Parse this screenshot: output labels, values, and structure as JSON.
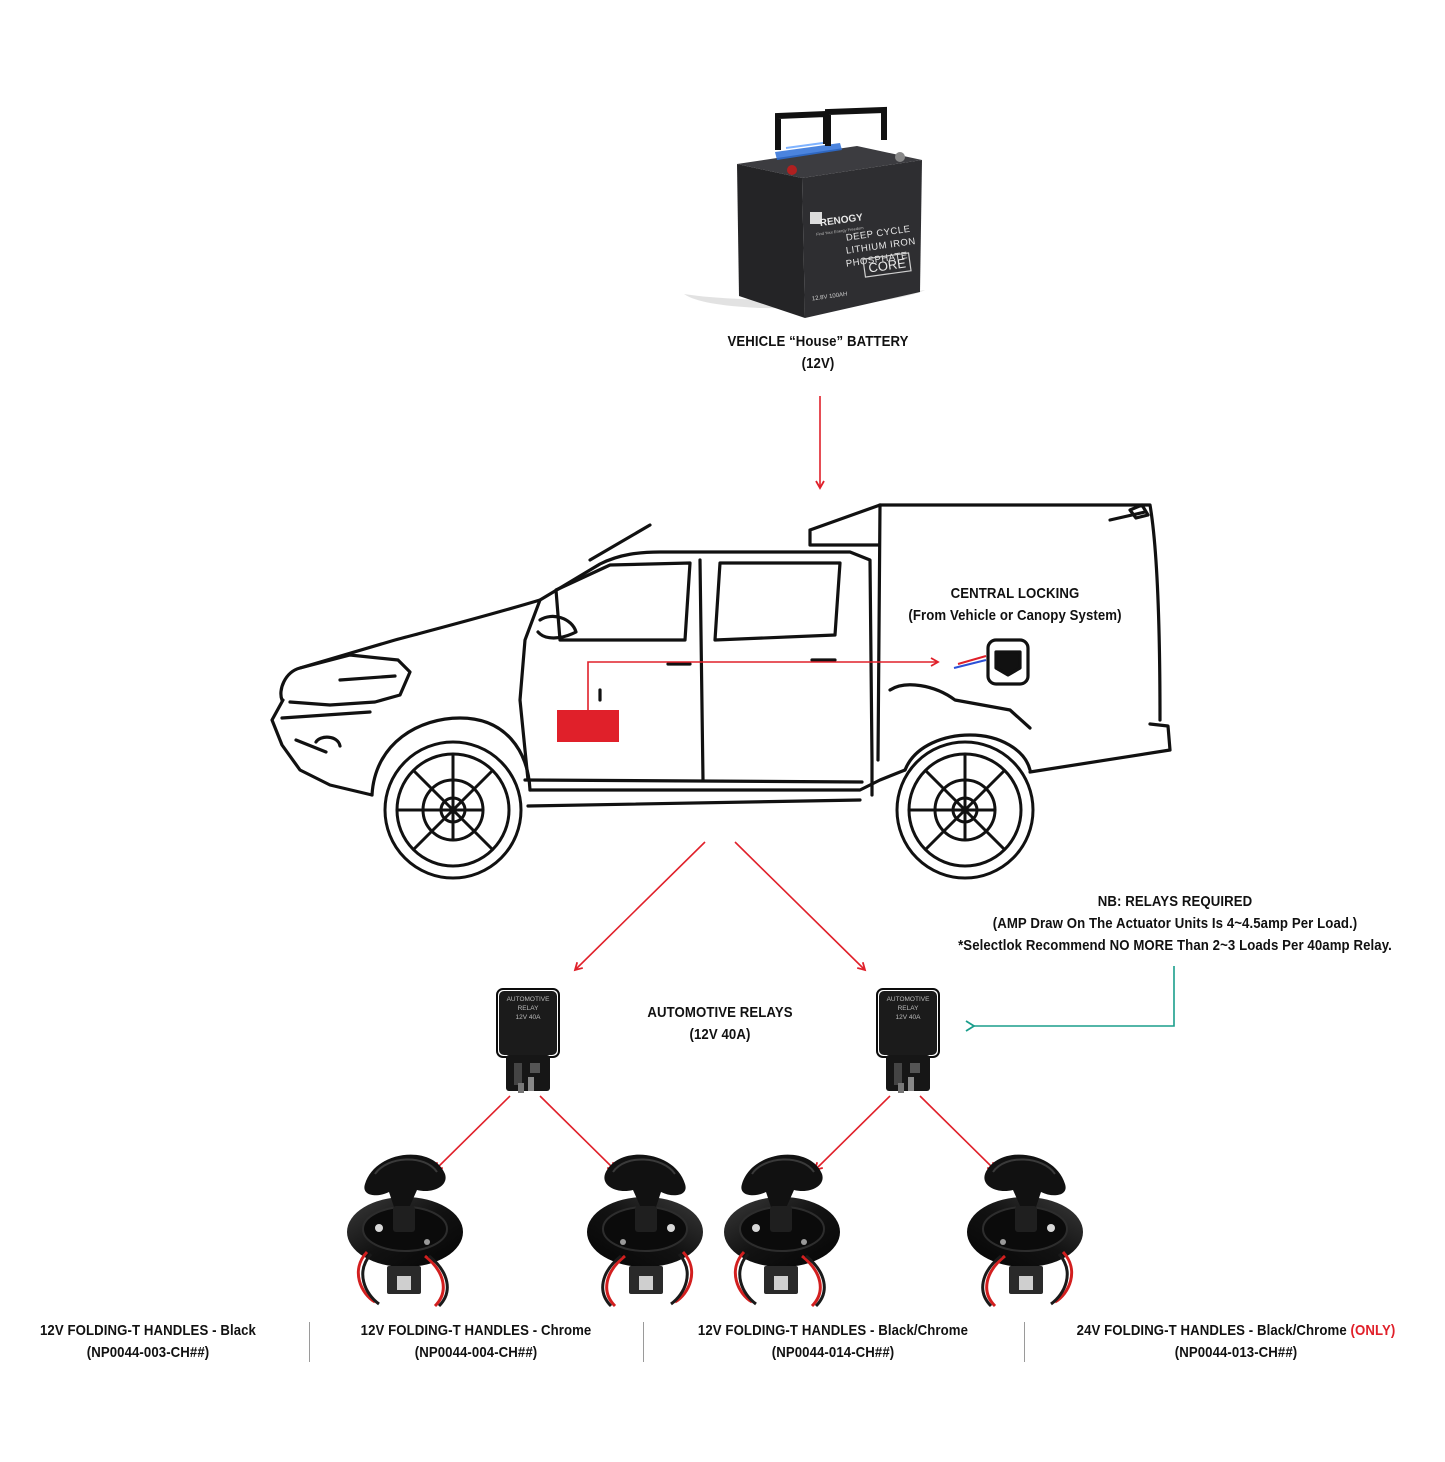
{
  "battery": {
    "brand": "RENOGY",
    "tagline": "Find Your Energy Freedom",
    "product_lines": [
      "DEEP CYCLE",
      "LITHIUM IRON",
      "PHOSPHATE"
    ],
    "badge": "CORE",
    "rating": "12.8V 100AH",
    "label_line1": "VEHICLE “House” BATTERY",
    "label_line2": "(12V)"
  },
  "central_locking": {
    "line1": "CENTRAL LOCKING",
    "line2": "(From Vehicle or Canopy System)"
  },
  "note": {
    "line1": "NB: RELAYS REQUIRED",
    "line2": "(AMP Draw On The Actuator Units Is 4~4.5amp Per Load.)",
    "line3": "*Selectlok Recommend NO MORE Than 2~3 Loads Per 40amp Relay."
  },
  "relays": {
    "label_line1": "AUTOMOTIVE RELAYS",
    "label_line2": "(12V 40A)",
    "face_line1": "AUTOMOTIVE",
    "face_line2": "RELAY",
    "face_line3": "12V 40A"
  },
  "handles": [
    {
      "name": "12V FOLDING-T HANDLES - Black",
      "suffix": "",
      "code": "(NP0044-003-CH##)"
    },
    {
      "name": "12V FOLDING-T HANDLES - Chrome",
      "suffix": "",
      "code": "(NP0044-004-CH##)"
    },
    {
      "name": "12V FOLDING-T HANDLES - Black/Chrome",
      "suffix": "",
      "code": "(NP0044-014-CH##)"
    },
    {
      "name": "24V FOLDING-T HANDLES - Black/Chrome ",
      "suffix": "(ONLY)",
      "code": "(NP0044-013-CH##)"
    }
  ],
  "colors": {
    "arrow_red": "#e0202a",
    "arrow_teal": "#1a9e8c",
    "controller_red": "#e0202a",
    "battery_body": "#2c2c2e",
    "handle_black": "#151515"
  }
}
